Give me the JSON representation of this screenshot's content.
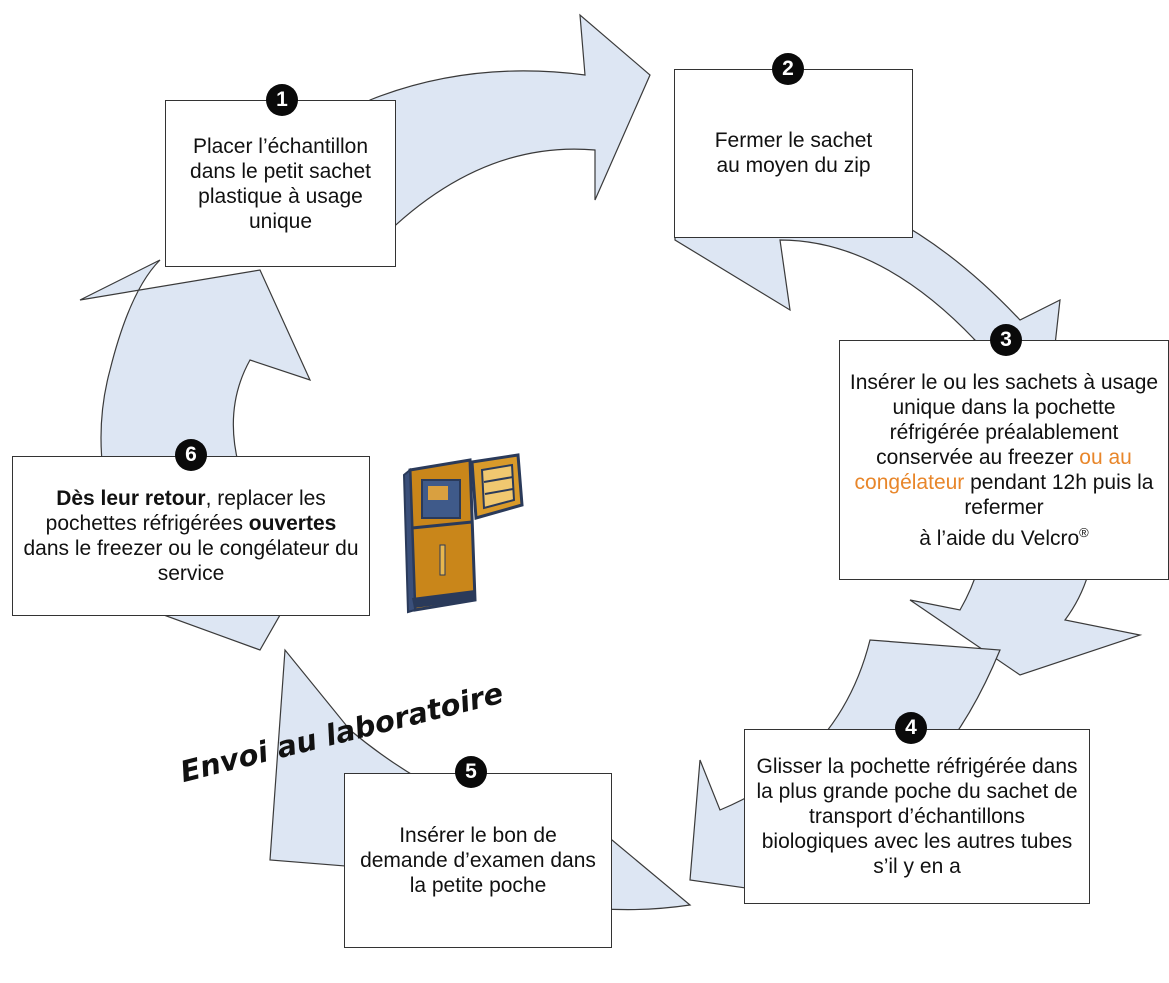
{
  "steps": [
    {
      "number": "1",
      "text": "Placer l’échantillon dans le petit sachet plastique à usage unique"
    },
    {
      "number": "2",
      "text": "Fermer le sachet au moyen du zip"
    },
    {
      "number": "3",
      "text_before": "Insérer le ou les sachets à usage unique dans la pochette réfrigérée préalablement conservée au freezer ",
      "text_highlight": "ou au congélateur",
      "text_after": " pendant 12h puis la refermer",
      "text_line2": "à l’aide du Velcro",
      "registered_mark": "®"
    },
    {
      "number": "4",
      "text": "Glisser la pochette réfrigérée dans la plus grande poche du sachet de transport d’échantillons biologiques avec les autres tubes s’il y en a"
    },
    {
      "number": "5",
      "text": "Insérer le bon de demande d’examen dans la petite poche"
    },
    {
      "number": "6",
      "bold1": "Dès leur retour",
      "text1": ", replacer les pochettes réfrigérées ",
      "bold2": "ouvertes",
      "text2": " dans le freezer ou le congélateur du service"
    }
  ],
  "arrow_label": "Envoi au laboratoire",
  "icons": {
    "center": "refrigerator-icon"
  },
  "colors": {
    "ring": "#dde6f3",
    "ring_stroke": "#3a3a3a",
    "highlight": "#e8862a",
    "badge": "#0a0a0a"
  }
}
